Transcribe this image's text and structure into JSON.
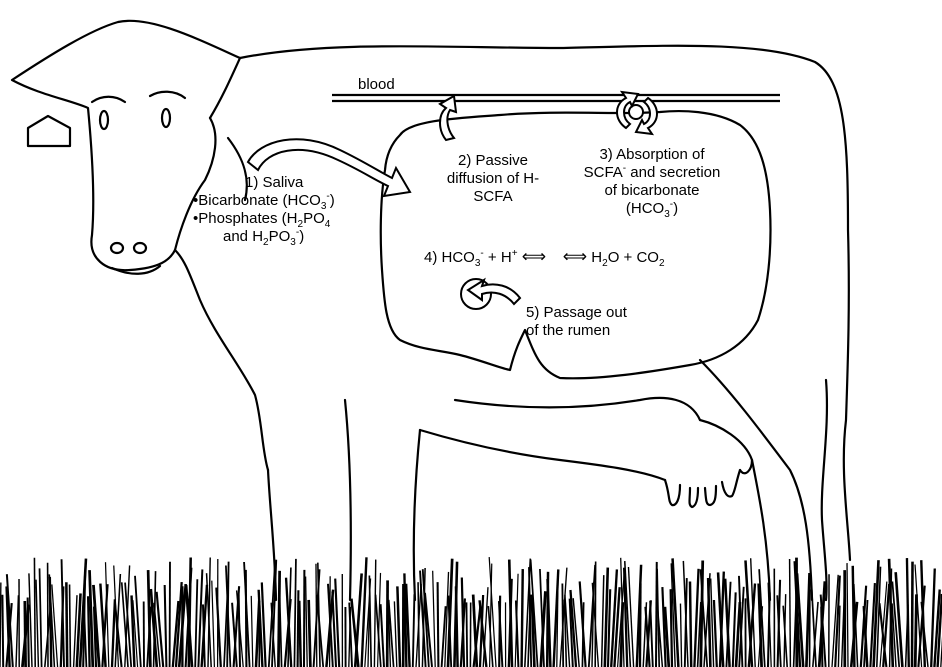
{
  "blood_label": "blood",
  "step1": {
    "title": "1) Saliva",
    "bicarbonate": {
      "bullet": "•",
      "text": "Bicarbonate (HCO",
      "sub": "3",
      "sup": "-",
      "close": ")"
    },
    "phosphates": {
      "bullet": "•",
      "text": "Phosphates (H",
      "sub1": "2",
      "mid": "PO",
      "sub2": "4"
    },
    "phosphates2": {
      "text": "and H",
      "sub1": "2",
      "mid": "PO",
      "sub2": "3",
      "sup": "-",
      "close": ")"
    }
  },
  "step2": {
    "line1": "2) Passive",
    "line2": "diffusion of H-",
    "line3": "SCFA"
  },
  "step3": {
    "line1": "3) Absorption of",
    "line2_a": "SCFA",
    "line2_sup": "-",
    "line2_b": " and secretion",
    "line3": "of bicarbonate",
    "line4_a": "(HCO",
    "line4_sub": "3",
    "line4_sup": "-",
    "line4_b": ")"
  },
  "step4": {
    "a": "4) HCO",
    "a_sub": "3",
    "a_sup": "-",
    "b": " + H",
    "b_sup": "+",
    "arrow1": "⟺",
    "arrow2": "⟺",
    "c": "H",
    "c_sub": "2",
    "d": "O + CO",
    "d_sub": "2"
  },
  "step5": {
    "line1": "5) Passage out",
    "line2": "of the rumen"
  }
}
